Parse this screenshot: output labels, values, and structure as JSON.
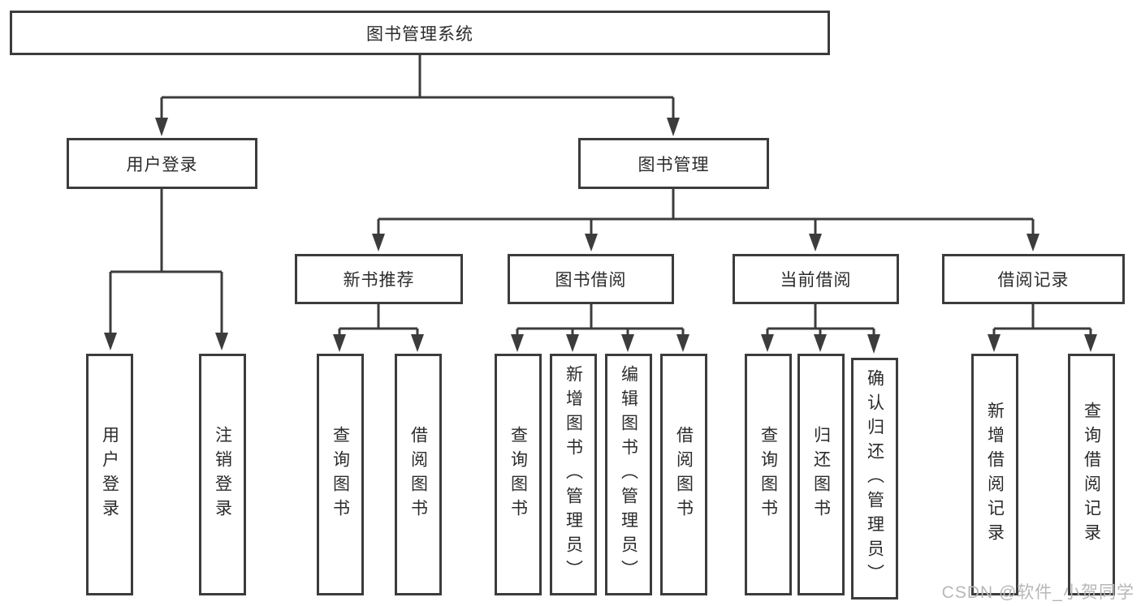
{
  "diagram": {
    "root": {
      "label": "图书管理系统"
    },
    "branches": [
      {
        "label": "用户登录",
        "leaves": [
          "用户登录",
          "注销登录"
        ]
      },
      {
        "label": "图书管理",
        "children": [
          {
            "label": "新书推荐",
            "leaves": [
              "查询图书",
              "借阅图书"
            ]
          },
          {
            "label": "图书借阅",
            "leaves": [
              "查询图书",
              "新增图书（管理员）",
              "编辑图书（管理员）",
              "借阅图书"
            ]
          },
          {
            "label": "当前借阅",
            "leaves": [
              "查询图书",
              "归还图书",
              "确认归还（管理员）"
            ]
          },
          {
            "label": "借阅记录",
            "leaves": [
              "新增借阅记录",
              "查询借阅记录"
            ]
          }
        ]
      }
    ]
  },
  "watermark": {
    "text": "CSDN @软件_小贺同学"
  },
  "colors": {
    "line": "#3c3c3c",
    "box_border": "#3c3c3c",
    "box_fill": "#ffffff",
    "text": "#2b2b2b",
    "watermark": "#b7b7b7",
    "background": "#ffffff"
  }
}
